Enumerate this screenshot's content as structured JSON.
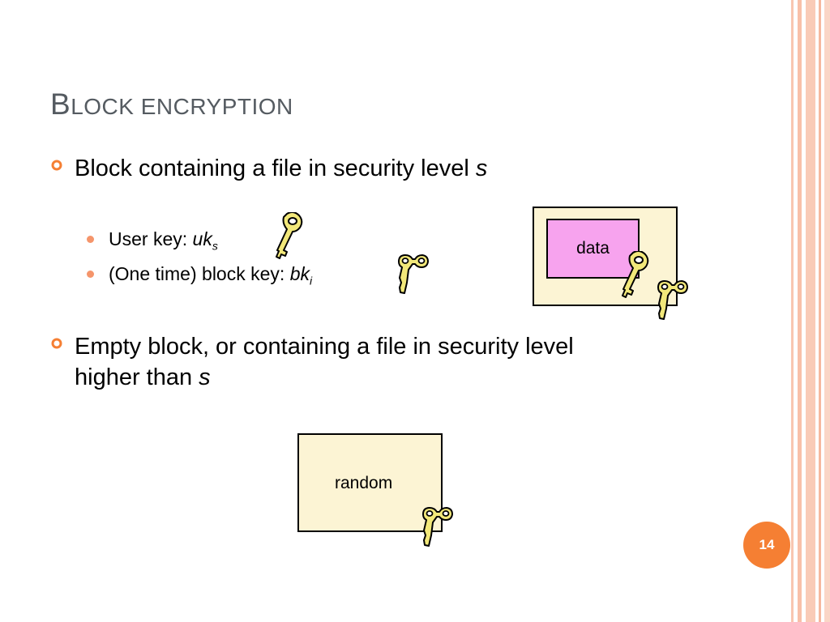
{
  "slide": {
    "title_first": "B",
    "title_rest": "LOCK ENCRYPTION",
    "page_number": "14"
  },
  "bullets": {
    "b1_text": "Block containing a file in security level ",
    "b1_var": "s",
    "b1_sub1_text": "User key: ",
    "b1_sub1_var": "uk",
    "b1_sub1_sub": "s",
    "b1_sub2_text": "(One time) block key: ",
    "b1_sub2_var": "bk",
    "b1_sub2_sub": "i",
    "b2_line1": "Empty block, or containing a file in security level",
    "b2_line2": "higher than ",
    "b2_var": "s"
  },
  "diagram": {
    "data_label": "data",
    "random_label": "random"
  },
  "icons": [
    "key-icon",
    "bullet-ring-icon"
  ],
  "colors": {
    "accent": "#f57f33",
    "title": "#555b61",
    "block_fill": "#fcf4d4",
    "data_fill": "#f7a3ee",
    "key_fill": "#f2e87a",
    "stripe": "#f8c0a8"
  }
}
